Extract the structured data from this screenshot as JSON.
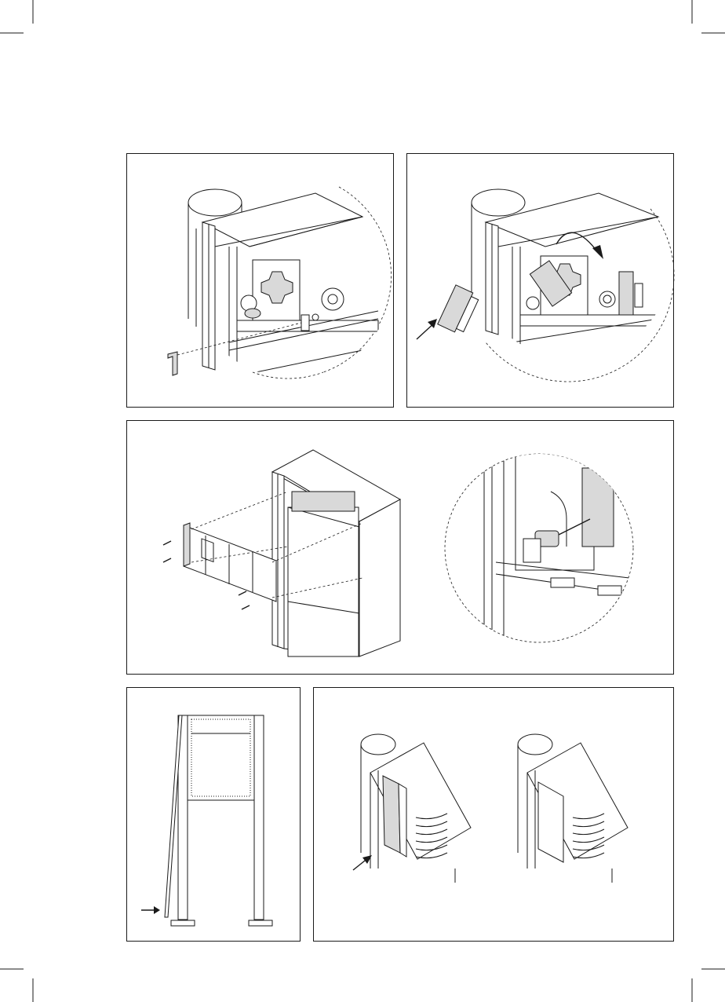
{
  "document": {
    "type": "assembly-instructions",
    "panels": [
      {
        "id": "step-a",
        "illustration": "insert-hex-key-into-socket"
      },
      {
        "id": "step-b",
        "illustration": "rotate-locking-knob-and-insert-insert-module"
      },
      {
        "id": "step-c",
        "illustration": "attach-front-frame-with-screws"
      },
      {
        "id": "step-d",
        "illustration": "attach-side-panel-to-post"
      },
      {
        "id": "step-e",
        "illustration": "close-front-cover"
      }
    ]
  },
  "icons": {
    "arrow": "arrow-icon",
    "rotate": "rotate-arrow-icon",
    "screw": "screw-icon",
    "hex_key": "hex-key-icon"
  },
  "colors": {
    "line": "#1a1a1a",
    "background": "#ffffff",
    "part_fill": "#d9d9d9"
  }
}
